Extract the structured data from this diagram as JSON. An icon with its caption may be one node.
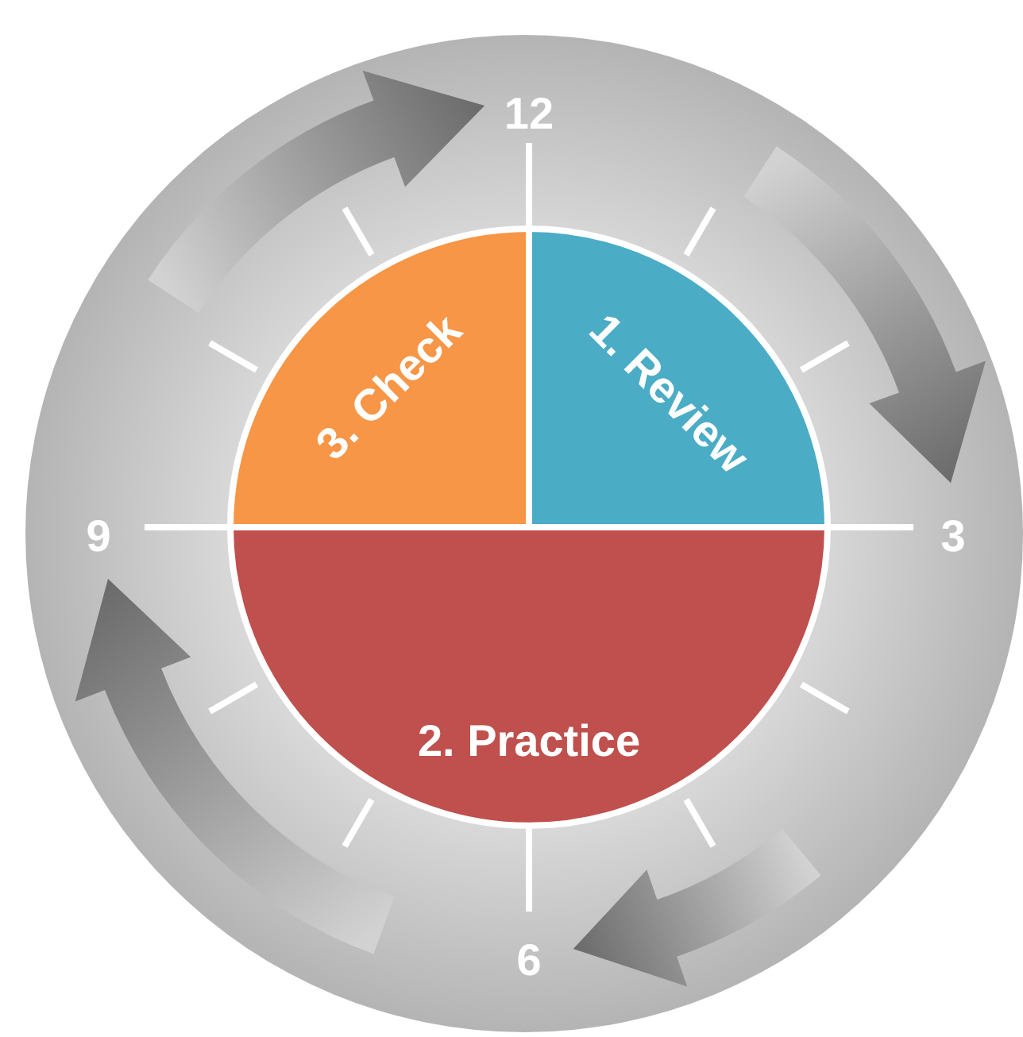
{
  "diagram": {
    "nodes": [
      {
        "text": [
          "3. Check"
        ]
      },
      {
        "text": [
          "1. Review"
        ]
      },
      {
        "text": [
          "2. Practice"
        ]
      }
    ],
    "labels": [
      "12",
      "3",
      "6",
      "9"
    ]
  }
}
